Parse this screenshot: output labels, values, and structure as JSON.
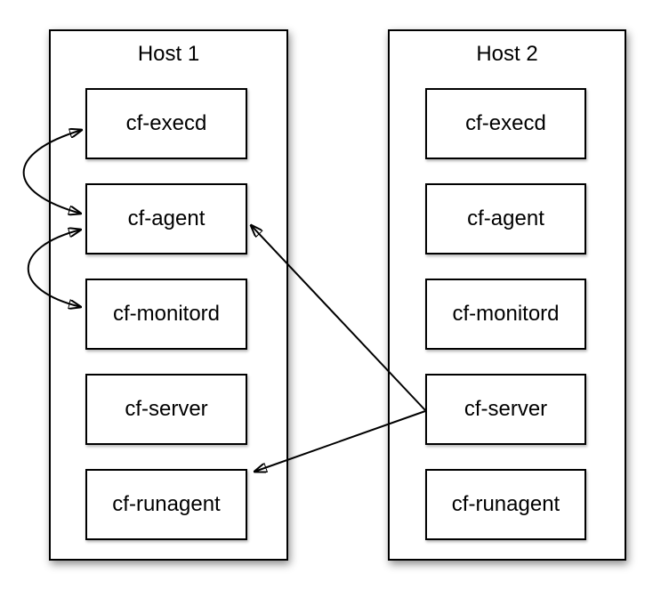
{
  "diagram": {
    "colors": {
      "background": "#ffffff",
      "line": "#000000",
      "box_fill": "#ffffff"
    },
    "hosts": [
      {
        "title": "Host 1",
        "components": [
          {
            "label": "cf-execd"
          },
          {
            "label": "cf-agent"
          },
          {
            "label": "cf-monitord"
          },
          {
            "label": "cf-server"
          },
          {
            "label": "cf-runagent"
          }
        ]
      },
      {
        "title": "Host 2",
        "components": [
          {
            "label": "cf-execd"
          },
          {
            "label": "cf-agent"
          },
          {
            "label": "cf-monitord"
          },
          {
            "label": "cf-server"
          },
          {
            "label": "cf-runagent"
          }
        ]
      }
    ],
    "connections": [
      {
        "kind": "double-headed-curved-arrow",
        "from": "Host 1 / cf-execd",
        "to": "Host 1 / cf-agent"
      },
      {
        "kind": "double-headed-curved-arrow",
        "from": "Host 1 / cf-agent",
        "to": "Host 1 / cf-monitord"
      },
      {
        "kind": "arrow",
        "from": "Host 2 / cf-server",
        "to": "Host 1 / cf-agent"
      },
      {
        "kind": "arrow",
        "from": "Host 2 / cf-server",
        "to": "Host 1 / cf-runagent"
      }
    ]
  }
}
